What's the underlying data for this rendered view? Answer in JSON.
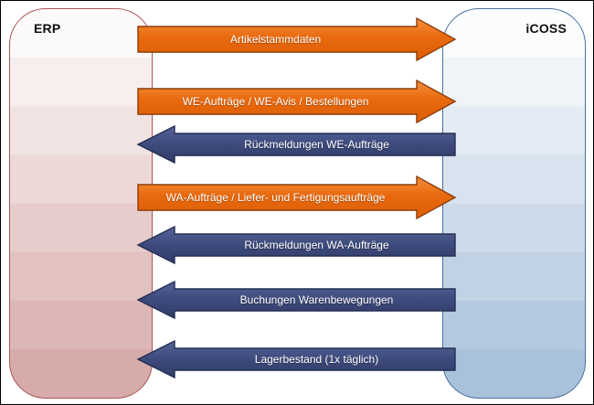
{
  "entities": {
    "left": {
      "label": "ERP"
    },
    "right": {
      "label": "iCOSS"
    }
  },
  "arrows": [
    {
      "label": "Artikelstammdaten",
      "direction": "right",
      "color": "orange"
    },
    {
      "label": "WE-Aufträge / WE-Avis / Bestellungen",
      "direction": "right",
      "color": "orange"
    },
    {
      "label": "Rückmeldungen WE-Aufträge",
      "direction": "left",
      "color": "blue"
    },
    {
      "label": "WA-Aufträge / Liefer- und Fertigungsaufträge",
      "direction": "right",
      "color": "orange"
    },
    {
      "label": "Rückmeldungen WA-Aufträge",
      "direction": "left",
      "color": "blue"
    },
    {
      "label": "Buchungen Warenbewegungen",
      "direction": "left",
      "color": "blue"
    },
    {
      "label": "Lagerbestand (1x täglich)",
      "direction": "left",
      "color": "blue"
    }
  ],
  "colors": {
    "orange_fill": "#e8690e",
    "orange_border": "#8c3d0b",
    "navy_fill": "#3d4a7b",
    "navy_border": "#252e52",
    "erp_pill_border": "#a85856",
    "icoss_pill_border": "#4a6f9e"
  }
}
